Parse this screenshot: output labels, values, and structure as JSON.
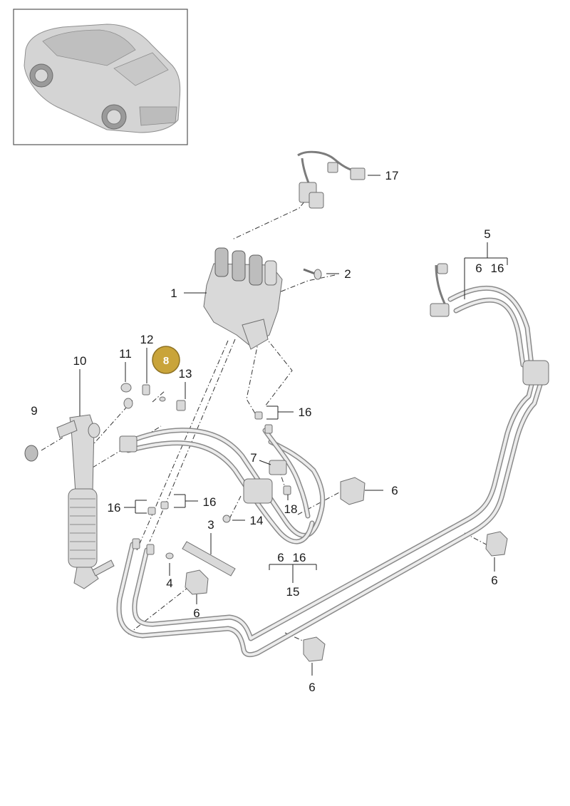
{
  "callouts": [
    {
      "id": "c1",
      "text": "1"
    },
    {
      "id": "c2",
      "text": "2"
    },
    {
      "id": "c3",
      "text": "3"
    },
    {
      "id": "c4",
      "text": "4"
    },
    {
      "id": "c5",
      "text": "5"
    },
    {
      "id": "c5a",
      "text": "6"
    },
    {
      "id": "c5b",
      "text": "16"
    },
    {
      "id": "c6a",
      "text": "6"
    },
    {
      "id": "c6b",
      "text": "6"
    },
    {
      "id": "c6c",
      "text": "6"
    },
    {
      "id": "c6d",
      "text": "6"
    },
    {
      "id": "c7",
      "text": "7"
    },
    {
      "id": "c9",
      "text": "9"
    },
    {
      "id": "c10",
      "text": "10"
    },
    {
      "id": "c11",
      "text": "11"
    },
    {
      "id": "c12",
      "text": "12"
    },
    {
      "id": "c13",
      "text": "13"
    },
    {
      "id": "c14",
      "text": "14"
    },
    {
      "id": "c15",
      "text": "15"
    },
    {
      "id": "c15a",
      "text": "6"
    },
    {
      "id": "c15b",
      "text": "16"
    },
    {
      "id": "c16a",
      "text": "16"
    },
    {
      "id": "c16b",
      "text": "16"
    },
    {
      "id": "c16c",
      "text": "16"
    },
    {
      "id": "c17",
      "text": "17"
    },
    {
      "id": "c18",
      "text": "18"
    }
  ],
  "highlight": {
    "text": "8",
    "color": "#c9a43a"
  },
  "colors": {
    "pipe": "#8a8a8a",
    "part": "#d9d9d9",
    "line": "#222222",
    "highlight": "#c9a43a"
  },
  "thumbnail": {
    "icon": "car-icon"
  }
}
